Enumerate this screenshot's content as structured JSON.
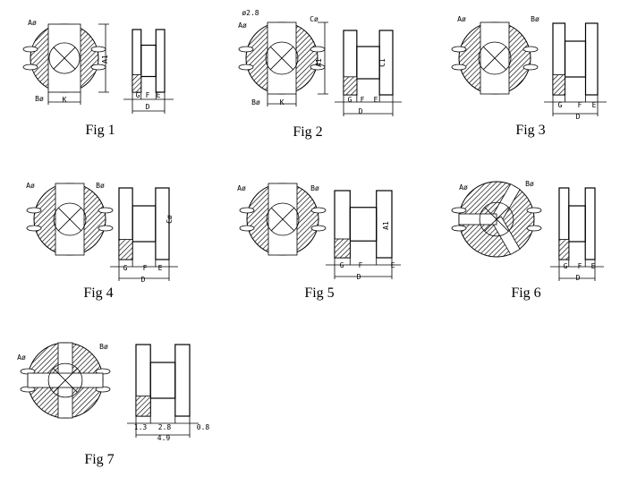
{
  "figures": [
    {
      "caption": "Fig 1",
      "labels": {
        "a": "Aø",
        "b": "Bø",
        "k": "K",
        "a1": "A1",
        "g": "G",
        "f": "F",
        "e": "E",
        "d": "D"
      }
    },
    {
      "caption": "Fig 2",
      "labels": {
        "hole": "ø2.8",
        "a": "Aø",
        "c": "Cø",
        "b": "Bø",
        "k": "K",
        "a1": "A1",
        "c1": "C1",
        "g": "G",
        "f": "F",
        "e": "E",
        "d": "D"
      }
    },
    {
      "caption": "Fig 3",
      "labels": {
        "a": "Aø",
        "b": "Bø",
        "g": "G",
        "f": "F",
        "e": "E",
        "d": "D"
      }
    },
    {
      "caption": "Fig 4",
      "labels": {
        "a": "Aø",
        "b": "Bø",
        "c": "Cø",
        "g": "G",
        "f": "F",
        "e": "E",
        "d": "D"
      }
    },
    {
      "caption": "Fig 5",
      "labels": {
        "a": "Aø",
        "b": "Bø",
        "a1": "A1",
        "g": "G",
        "f": "F",
        "e": "E",
        "d": "D"
      }
    },
    {
      "caption": "Fig 6",
      "labels": {
        "a": "Aø",
        "b": "Bø",
        "g": "G",
        "f": "F",
        "e": "E",
        "d": "D"
      }
    },
    {
      "caption": "Fig 7",
      "labels": {
        "a": "Aø",
        "b": "Bø",
        "g": "1.3",
        "f": "2.8",
        "e": "0.8",
        "d": "4.9"
      }
    }
  ]
}
